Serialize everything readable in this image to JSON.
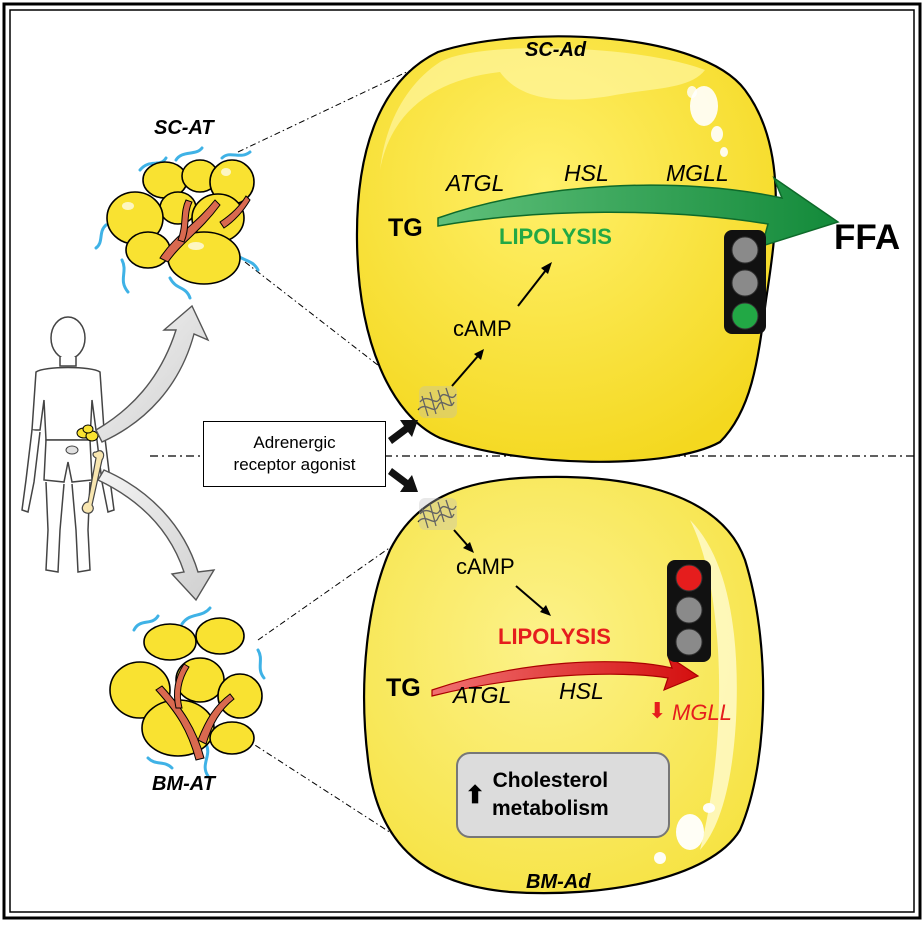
{
  "top": {
    "tissue_label": "SC-AT",
    "cell_label": "SC-Ad",
    "substrate": "TG",
    "product": "FFA",
    "enzymes": [
      "ATGL",
      "HSL",
      "MGLL"
    ],
    "process": "LIPOLYSIS",
    "messenger": "cAMP",
    "traffic_light_active": "green"
  },
  "bottom": {
    "tissue_label": "BM-AT",
    "cell_label": "BM-Ad",
    "substrate": "TG",
    "enzymes": [
      "ATGL",
      "HSL"
    ],
    "downregulated_enzyme": "MGLL",
    "process": "LIPOLYSIS",
    "messenger": "cAMP",
    "traffic_light_active": "red",
    "upregulated_box": {
      "line1": "Cholesterol",
      "line2": "metabolism"
    }
  },
  "stimulus": {
    "line1": "Adrenergic",
    "line2": "receptor agonist"
  },
  "icons": {
    "down_arrow": "⬇",
    "up_arrow": "⬆"
  },
  "colors": {
    "fat_yellow": "#f9e231",
    "fat_yellow_light": "#fbee70",
    "vessel": "#d9694f",
    "nerve": "#3fb2e6",
    "lipolysis_on": "#22a845",
    "lipolysis_off": "#e51d1d",
    "light_off": "#8a8a8a"
  }
}
